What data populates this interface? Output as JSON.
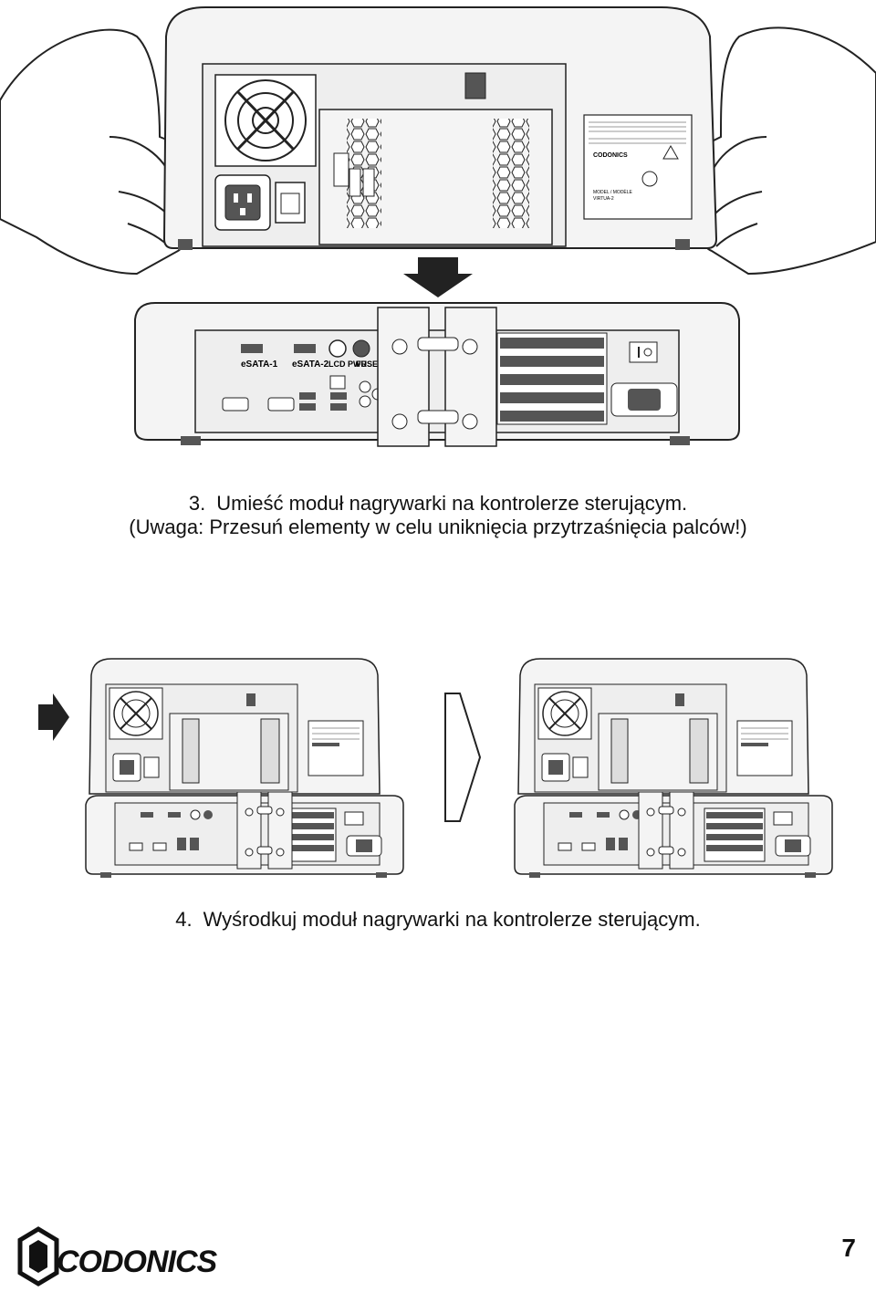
{
  "step3": {
    "number": "3.",
    "line1": "Umieść moduł nagrywarki na kontrolerze sterującym.",
    "line2": "(Uwaga: Przesuń elementy w celu uniknięcia przytrzaśnięcia palców!)"
  },
  "step4": {
    "number": "4.",
    "text": "Wyśrodkuj moduł nagrywarki na kontrolerze sterującym."
  },
  "panel_labels": {
    "esata1": "eSATA-1",
    "esata2": "eSATA-2",
    "lcd_pwr": "LCD PWR",
    "fuse": "FUSE",
    "label_brand": "CODONICS",
    "model": "MODEL / MODÈLE",
    "model_value": "VIRTUA-2"
  },
  "footer": {
    "brand": "CODONICS",
    "page_number": "7"
  },
  "colors": {
    "line": "#222222",
    "panel_fill": "#e9e9e9",
    "dark": "#555555"
  }
}
